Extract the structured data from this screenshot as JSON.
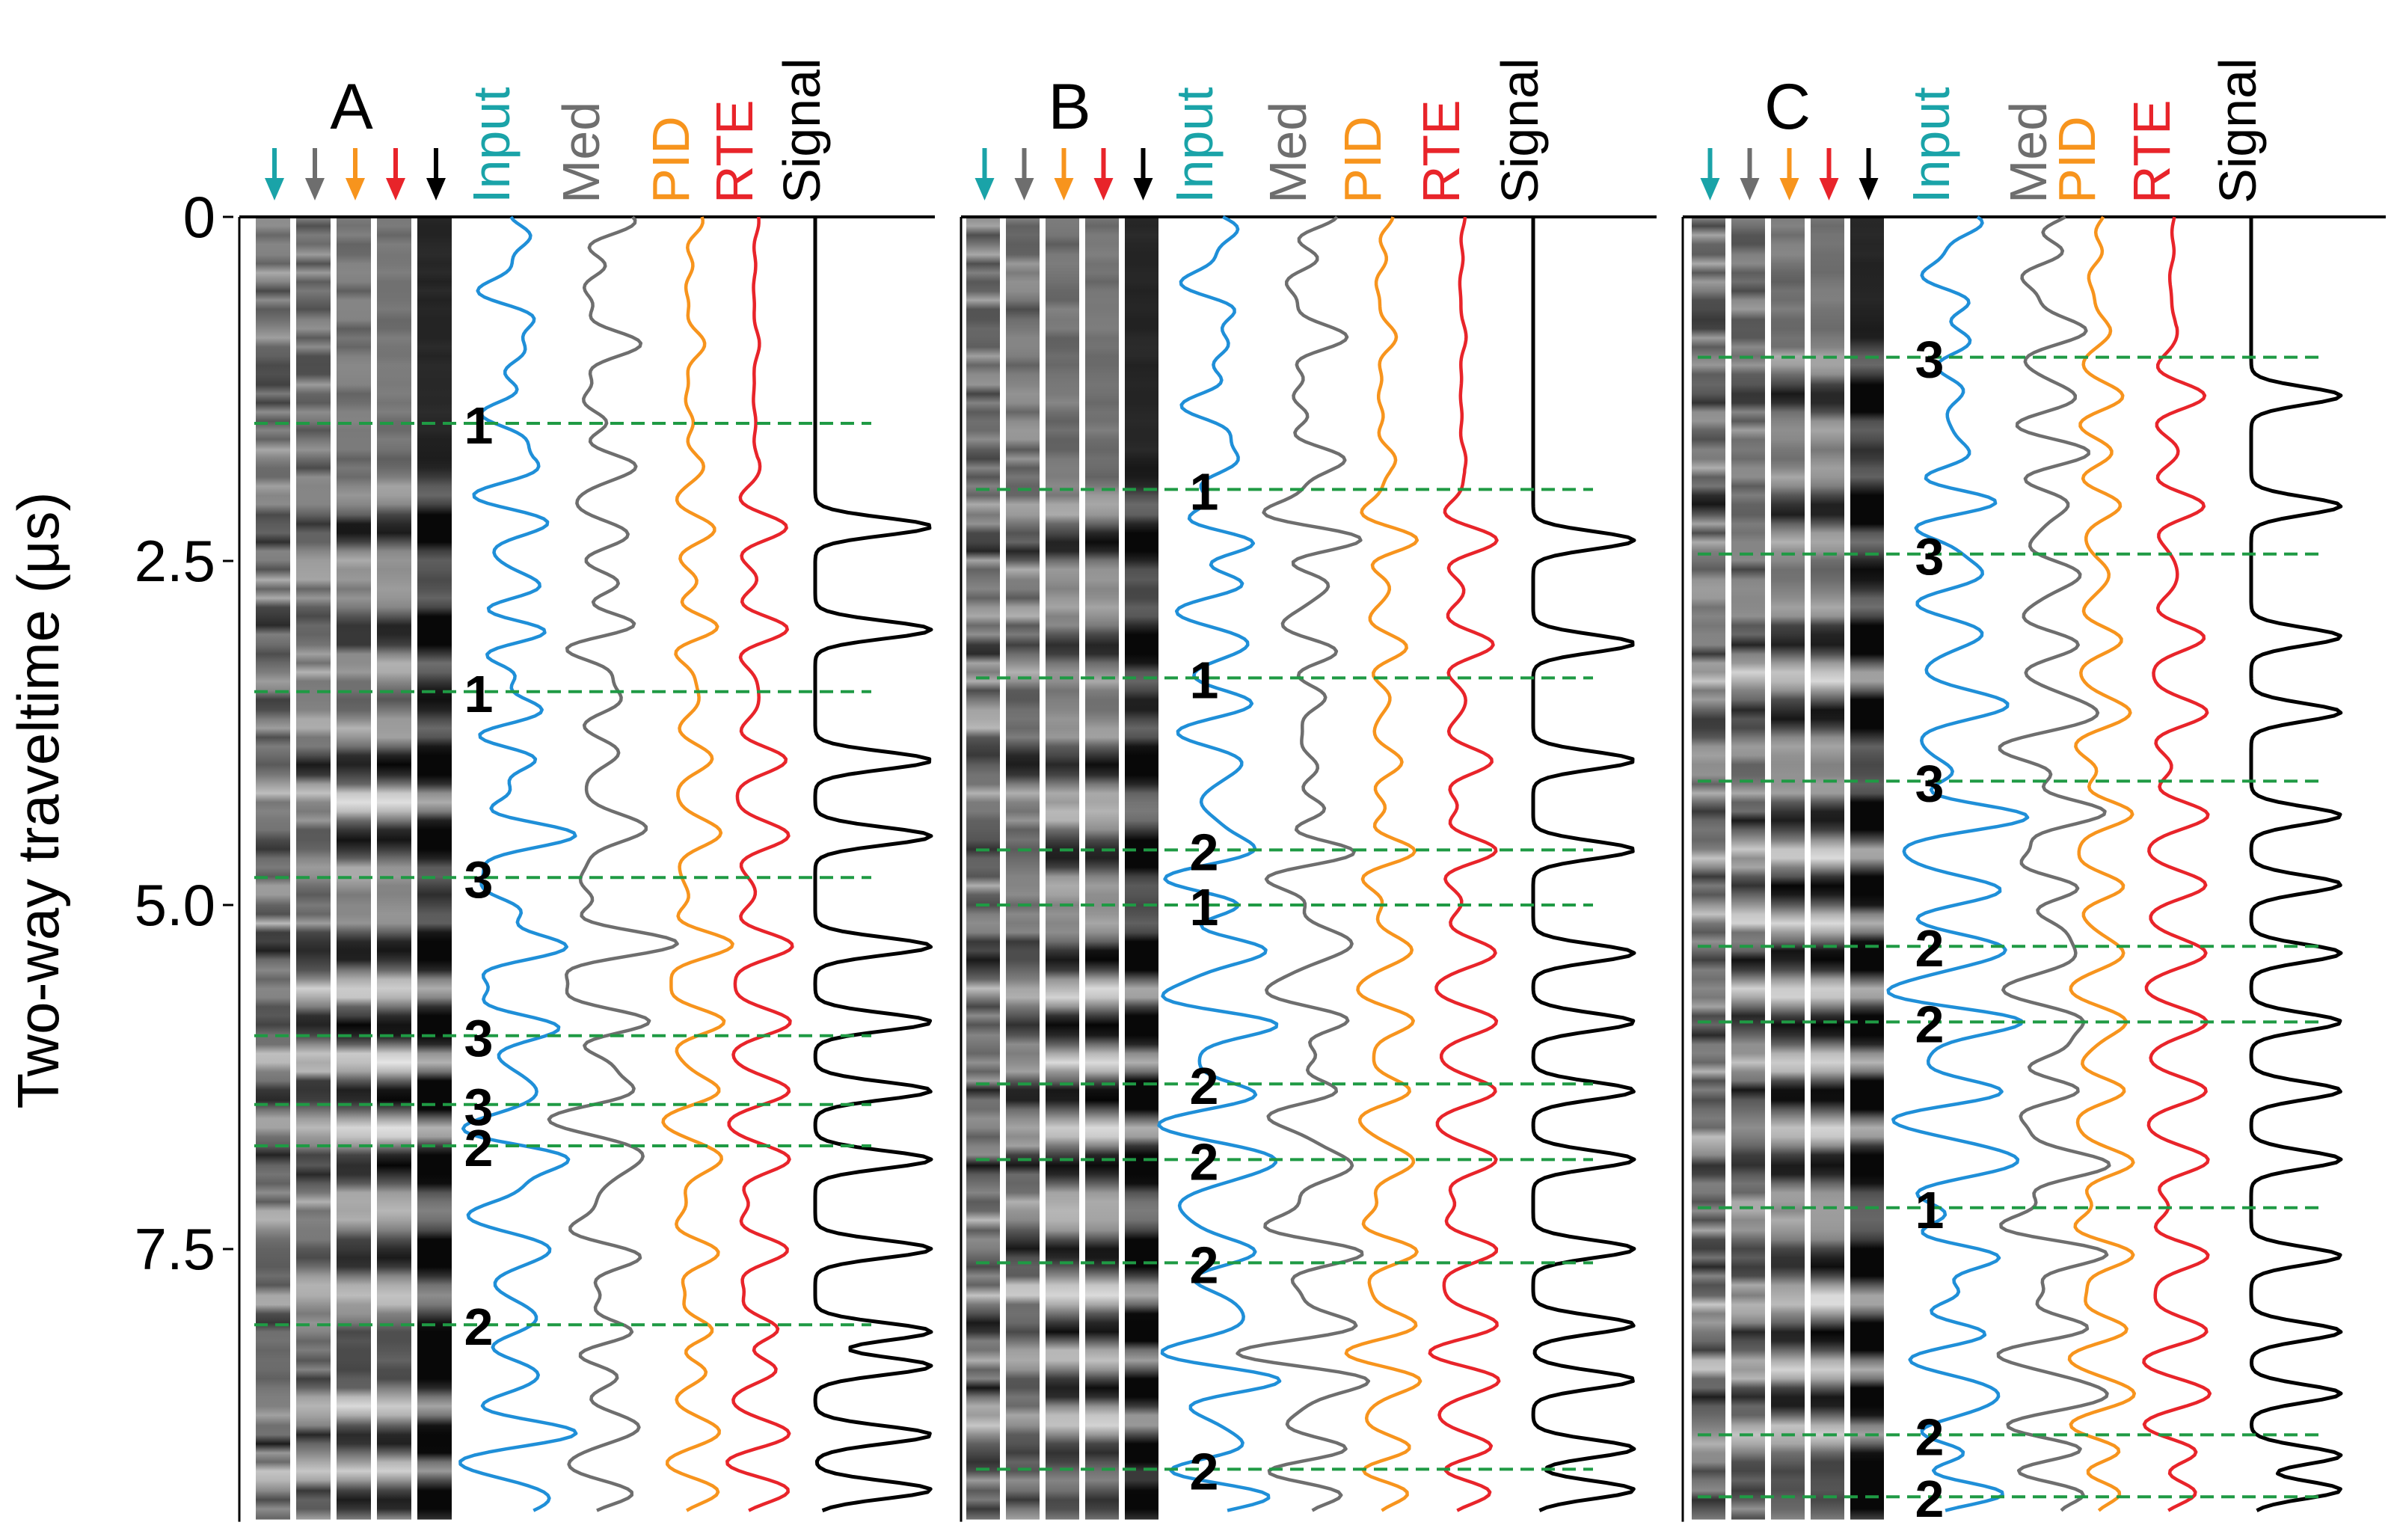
{
  "chart_data": {
    "type": "line",
    "ylabel": "Two-way traveltime (μs)",
    "y_ticks": [
      "0",
      "2.5",
      "5.0",
      "7.5"
    ],
    "y_tick_values": [
      0,
      2.5,
      5.0,
      7.5
    ],
    "ylim": [
      0,
      9.4
    ],
    "y_reversed": true,
    "trace_labels": [
      "Input",
      "Med",
      "PID",
      "RTE",
      "Signal"
    ],
    "colors": {
      "Input": "#1f8fd8",
      "Med": "#6e6e6e",
      "PID": "#f7941d",
      "RTE": "#e8242a",
      "Signal": "#000000",
      "arrow_input": "#1aa3a8",
      "marker_line": "#1f9a44"
    },
    "grid": false,
    "panels": [
      {
        "title": "A",
        "signal_times": [
          2.25,
          3.0,
          3.95,
          4.5,
          5.3,
          5.85,
          6.35,
          6.85,
          7.5,
          8.1,
          8.35,
          8.85,
          9.25
        ],
        "markers": [
          {
            "time": 1.5,
            "label": "1"
          },
          {
            "time": 3.45,
            "label": "1"
          },
          {
            "time": 4.8,
            "label": "3"
          },
          {
            "time": 5.95,
            "label": "3"
          },
          {
            "time": 6.45,
            "label": "3"
          },
          {
            "time": 6.75,
            "label": "2"
          },
          {
            "time": 8.05,
            "label": "2"
          }
        ]
      },
      {
        "title": "B",
        "signal_times": [
          2.35,
          3.1,
          3.95,
          4.6,
          5.35,
          5.85,
          6.35,
          6.85,
          7.5,
          8.05,
          8.45,
          8.95,
          9.25
        ],
        "markers": [
          {
            "time": 1.98,
            "label": "1"
          },
          {
            "time": 3.35,
            "label": "1"
          },
          {
            "time": 4.6,
            "label": "2"
          },
          {
            "time": 5.0,
            "label": "1"
          },
          {
            "time": 6.3,
            "label": "2"
          },
          {
            "time": 6.85,
            "label": "2"
          },
          {
            "time": 7.6,
            "label": "2"
          },
          {
            "time": 9.1,
            "label": "2"
          }
        ]
      },
      {
        "title": "C",
        "signal_times": [
          1.3,
          2.1,
          3.05,
          3.6,
          4.35,
          4.85,
          5.35,
          5.85,
          6.35,
          6.85,
          7.55,
          8.1,
          8.55,
          9.0,
          9.25
        ],
        "markers": [
          {
            "time": 1.02,
            "label": "3"
          },
          {
            "time": 2.45,
            "label": "3"
          },
          {
            "time": 4.1,
            "label": "3"
          },
          {
            "time": 5.3,
            "label": "2"
          },
          {
            "time": 5.85,
            "label": "2"
          },
          {
            "time": 7.2,
            "label": "1"
          },
          {
            "time": 8.85,
            "label": "2"
          },
          {
            "time": 9.3,
            "label": "2"
          }
        ]
      }
    ]
  }
}
